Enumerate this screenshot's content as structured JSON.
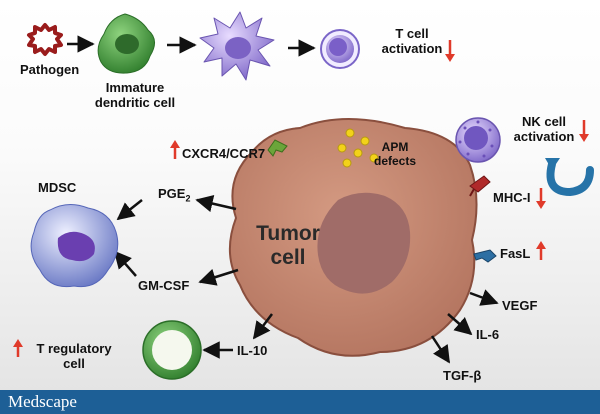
{
  "colors": {
    "arrow_up_down": "#e03a2a",
    "tumor_fill": "#c0846c",
    "tumor_nucleus": "#9e6a64",
    "dendritic_immature": "#4fa64b",
    "dendritic_mature": "#9b7bd0",
    "t_cell": "#8a6fd0",
    "t_reg_ring": "#4a9a36",
    "nk_cell": "#8678cc",
    "mdsc": "#6878c8",
    "receptor_green": "#6ba53a",
    "receptor_red": "#b02a2a",
    "receptor_blue": "#2d6fa3",
    "curved_arrow": "#2673a8",
    "apm_dots": "#f2d21a",
    "footer": "#1d5f96"
  },
  "labels": {
    "pathogen": "Pathogen",
    "immature_line1": "Immature",
    "immature_line2": "dendritic cell",
    "t_cell_line1": "T cell",
    "t_cell_line2": "activation",
    "nk_line1": "NK cell",
    "nk_line2": "activation",
    "cxcr4": "CXCR4/CCR7",
    "apm_line1": "APM",
    "apm_line2": "defects",
    "mdsc": "MDSC",
    "pge2": "PGE",
    "pge2_sub": "2",
    "tumor_line1": "Tumor",
    "tumor_line2": "cell",
    "mhc": "MHC-I",
    "fasl": "FasL",
    "gmcsf": "GM-CSF",
    "vegf": "VEGF",
    "il6": "IL-6",
    "il10": "IL-10",
    "tgfb": "TGF-β",
    "treg_line1": "T regulatory",
    "treg_line2": "cell"
  },
  "brand": "Medscape"
}
